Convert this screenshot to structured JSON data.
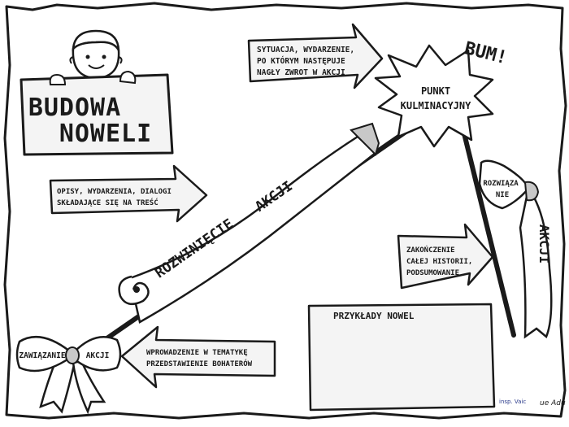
{
  "title": {
    "line1": "BUDOWA",
    "line2": "NOWELI"
  },
  "callouts": {
    "climax_desc": {
      "line1": "SYTUACJA, WYDARZENIE,",
      "line2": "PO KTÓRYM NASTĘPUJE",
      "line3": "NAGŁY ZWROT W AKCJI"
    },
    "development_desc": {
      "line1": "OPISY, WYDARZENIA, DIALOGI",
      "line2": "SKŁADAJĄCE SIĘ NA TREŚĆ"
    },
    "ending_desc": {
      "line1": "ZAKOŃCZENIE",
      "line2": "CAŁEJ HISTORII,",
      "line3": "PODSUMOWANIE"
    },
    "intro_desc": {
      "line1": "WPROWADZENIE W TEMATYKĘ",
      "line2": "PRZEDSTAWIENIE BOHATERÓW"
    }
  },
  "stages": {
    "exposition": {
      "left": "ZAWIĄZANIE",
      "right": "AKCJI"
    },
    "development": {
      "word1": "ROZWINIĘCIE",
      "word2": "AKCJI"
    },
    "climax": {
      "burst": "BUM!",
      "line1": "PUNKT",
      "line2": "KULMINACYJNY"
    },
    "resolution": {
      "line1": "ROZWIĄZA",
      "line2": "NIE",
      "ribbon": "AKCJI"
    }
  },
  "examples": {
    "title": "PRZYKŁADY NOWEL"
  },
  "signature": {
    "left": "insp. Vaic",
    "right": "ue Adu"
  },
  "colors": {
    "ink": "#1a1a1a",
    "paper": "#f4f4f4",
    "ribbon_shade": "#c8c8c8"
  }
}
